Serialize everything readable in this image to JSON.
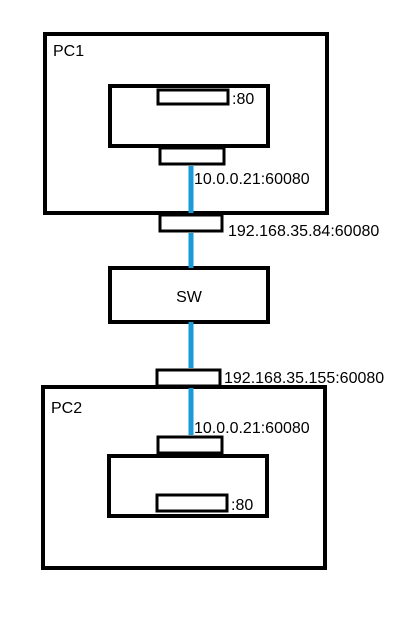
{
  "colors": {
    "outline": "#000000",
    "link": "#1a9ad6",
    "background": "#ffffff"
  },
  "pc1": {
    "name": "PC1",
    "inner_port_label": ":80",
    "internal_address": "10.0.0.21:60080",
    "external_address": "192.168.35.84:60080"
  },
  "switch": {
    "name": "SW"
  },
  "pc2": {
    "name": "PC2",
    "inner_port_label": ":80",
    "internal_address": "10.0.0.21:60080",
    "external_address": "192.168.35.155:60080"
  }
}
